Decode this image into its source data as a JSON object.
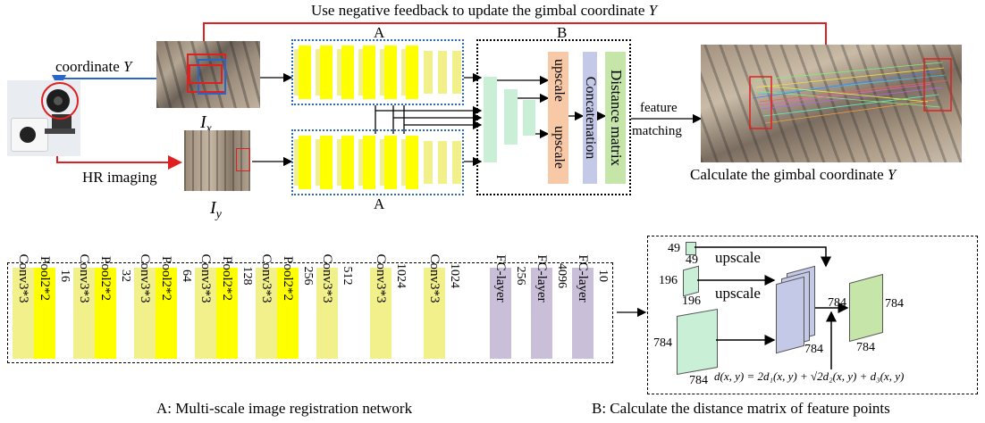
{
  "top_feedback_label": "Use negative feedback to update the gimbal coordinate ",
  "top_feedback_var": "Y",
  "coord_label": "coordinate ",
  "coord_var": "Y",
  "hr_label": "HR imaging",
  "ix_label": "I",
  "ix_sub": "x",
  "iy_label": "I",
  "iy_sub": "y",
  "block_a_top": "A",
  "block_a_bottom": "A",
  "block_b": "B",
  "upscale_1": "upscale",
  "upscale_2": "upscale",
  "concat": "Concatenation",
  "distance_matrix": "Distance matrix",
  "feature_1": "feature",
  "feature_2": "matching",
  "calc_label": "Calculate the gimbal coordinate ",
  "calc_var": "Y",
  "network": {
    "blocks": [
      {
        "conv": "Conv3*3",
        "pool": "Pool2*2",
        "out": "16"
      },
      {
        "conv": "Conv3*3",
        "pool": "Pool2*2",
        "out": "32"
      },
      {
        "conv": "Conv3*3",
        "pool": "Pool2*2",
        "out": "64"
      },
      {
        "conv": "Conv3*3",
        "pool": "Pool2*2",
        "out": "128"
      },
      {
        "conv": "Conv3*3",
        "pool": "Pool2*2",
        "out": "256"
      },
      {
        "conv": "Conv3*3",
        "pool": "",
        "out": "512"
      },
      {
        "conv": "Conv3*3",
        "pool": "",
        "out": "1024"
      },
      {
        "conv": "Conv3*3",
        "pool": "",
        "out": "1024"
      }
    ],
    "fc": [
      {
        "label": "FC-layer",
        "out": "256"
      },
      {
        "label": "FC-layer",
        "out": "4096"
      },
      {
        "label": "FC-layer",
        "out": "10"
      }
    ]
  },
  "b_panel": {
    "n49a": "49",
    "n49b": "49",
    "n196a": "196",
    "n196b": "196",
    "n784a": "784",
    "n784b": "784",
    "n784c": "784",
    "n784d": "784",
    "n784e": "784",
    "n784f": "784",
    "upscale_top": "upscale",
    "upscale_mid": "upscale",
    "formula": "d(x, y) = 2d₁(x, y) + √2d₂(x, y) + d₃(x, y)"
  },
  "caption_a": "A: Multi-scale image registration network",
  "caption_b": "B: Calculate the distance matrix of feature points",
  "colors": {
    "yellow": "#ffff00",
    "pale_yellow": "#f2f08a",
    "green": "#c9efd6",
    "peach": "#f8c9a6",
    "lavender": "#c5c9e8",
    "lightgreen": "#c5e6a8",
    "purple": "#c9bfd8",
    "red": "#e02020",
    "blue": "#2a66c8"
  }
}
